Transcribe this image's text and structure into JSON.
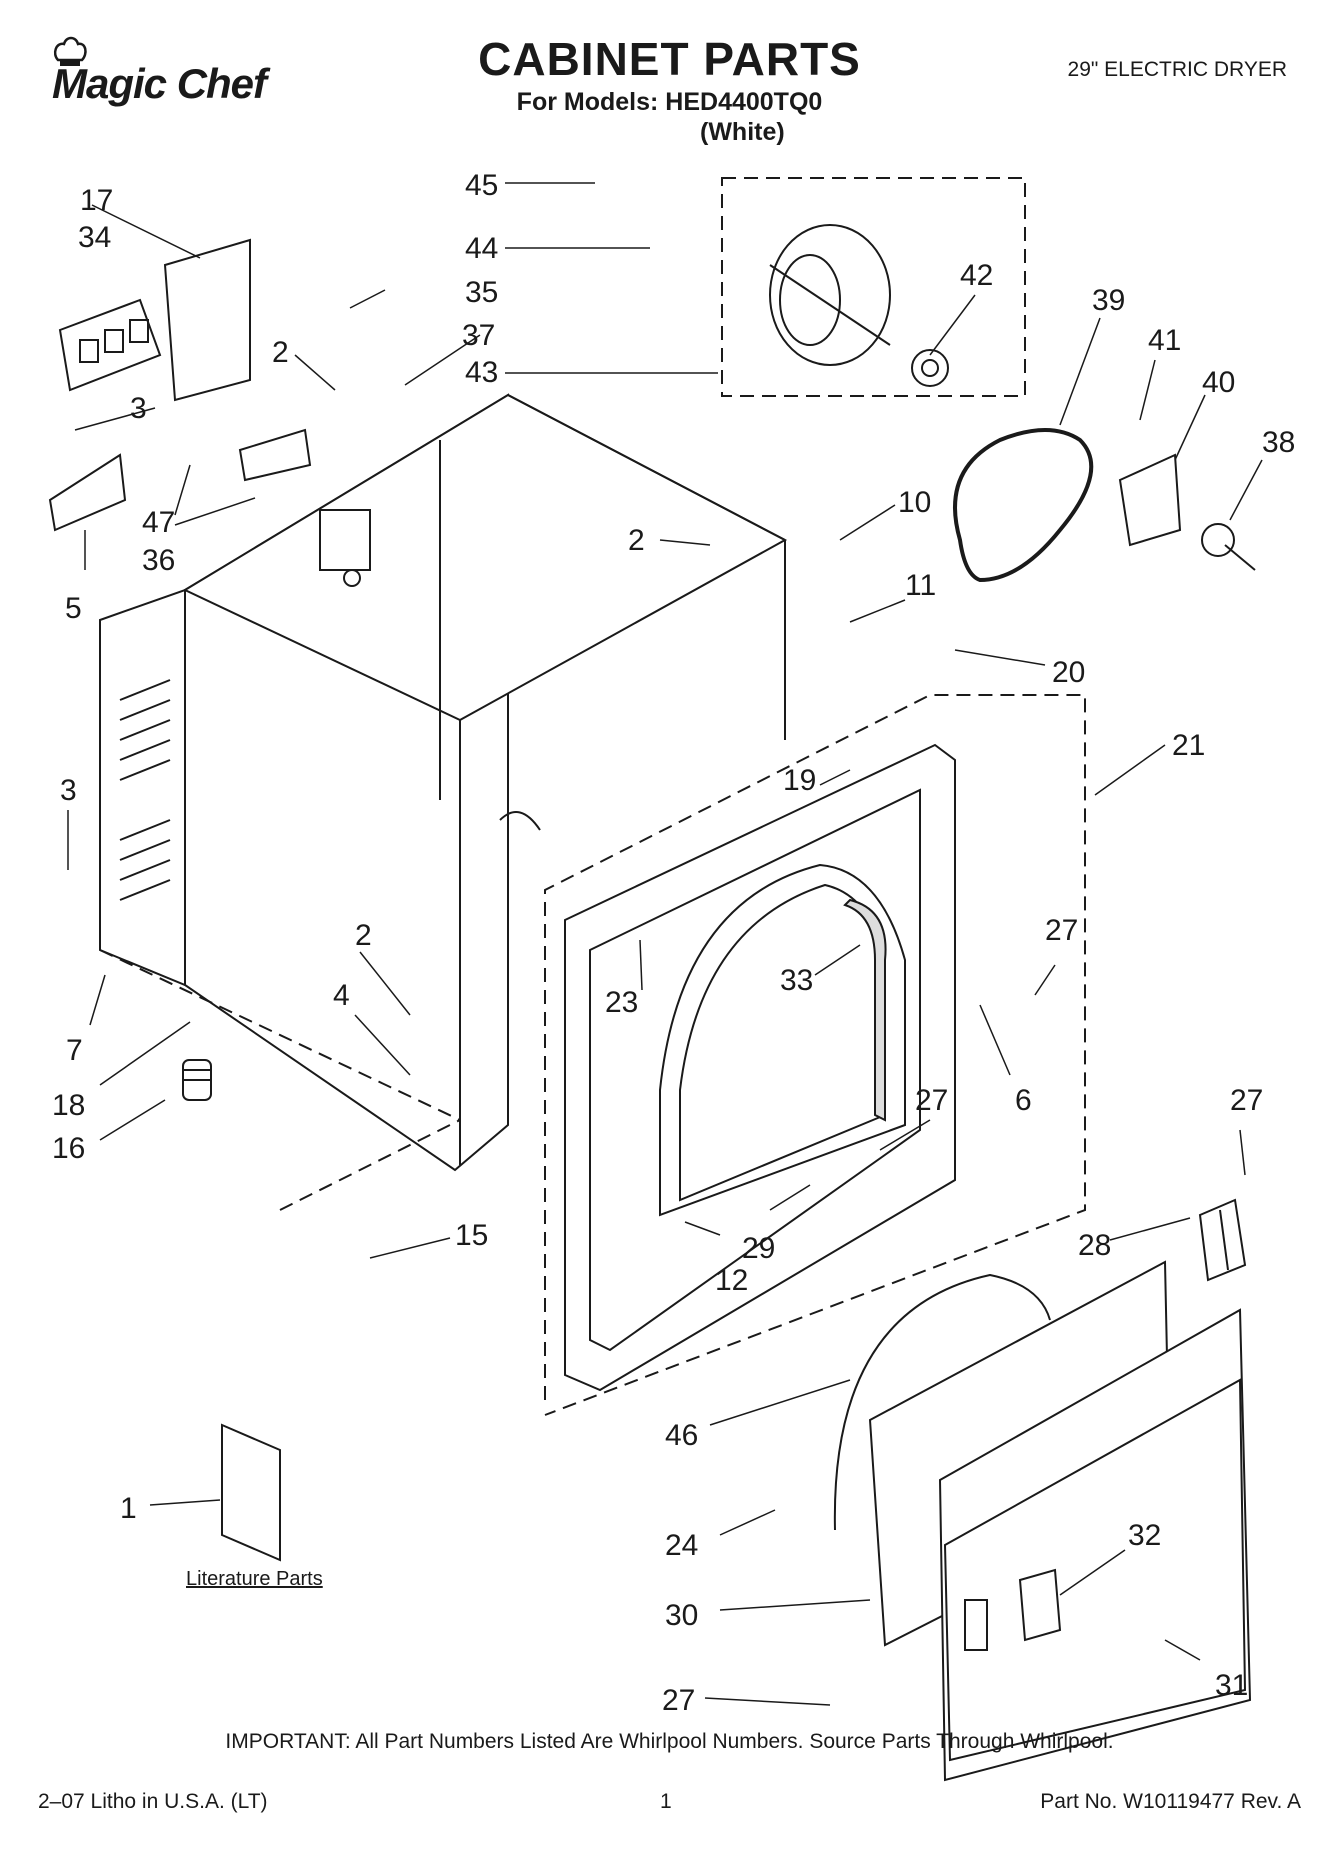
{
  "header": {
    "brand": "Magic Chef",
    "title": "CABINET PARTS",
    "models_line": "For Models: HED4400TQ0",
    "variant": "(White)",
    "product": "29\" ELECTRIC DRYER"
  },
  "callouts": {
    "c45": "45",
    "c17": "17",
    "c34": "34",
    "c44": "44",
    "c42": "42",
    "c35": "35",
    "c2a": "2",
    "c37": "37",
    "c43": "43",
    "c39": "39",
    "c41": "41",
    "c40": "40",
    "c3a": "3",
    "c38": "38",
    "c10": "10",
    "c47": "47",
    "c36": "36",
    "c2b": "2",
    "c11": "11",
    "c5": "5",
    "c20": "20",
    "c21": "21",
    "c19": "19",
    "c3b": "3",
    "c27a": "27",
    "c2c": "2",
    "c33": "33",
    "c23": "23",
    "c4": "4",
    "c7": "7",
    "c6": "6",
    "c18": "18",
    "c27b": "27",
    "c27c": "27",
    "c16": "16",
    "c15": "15",
    "c29": "29",
    "c28": "28",
    "c12": "12",
    "c46": "46",
    "c1": "1",
    "c32": "32",
    "c24": "24",
    "c30": "30",
    "c31": "31",
    "c27d": "27"
  },
  "literature_label": "Literature Parts",
  "footer": {
    "important": "IMPORTANT: All Part Numbers Listed Are Whirlpool Numbers. Source Parts Through Whirlpool.",
    "left": "2–07 Litho in U.S.A. (LT)",
    "page": "1",
    "right": "Part No. W10119477 Rev. A"
  }
}
